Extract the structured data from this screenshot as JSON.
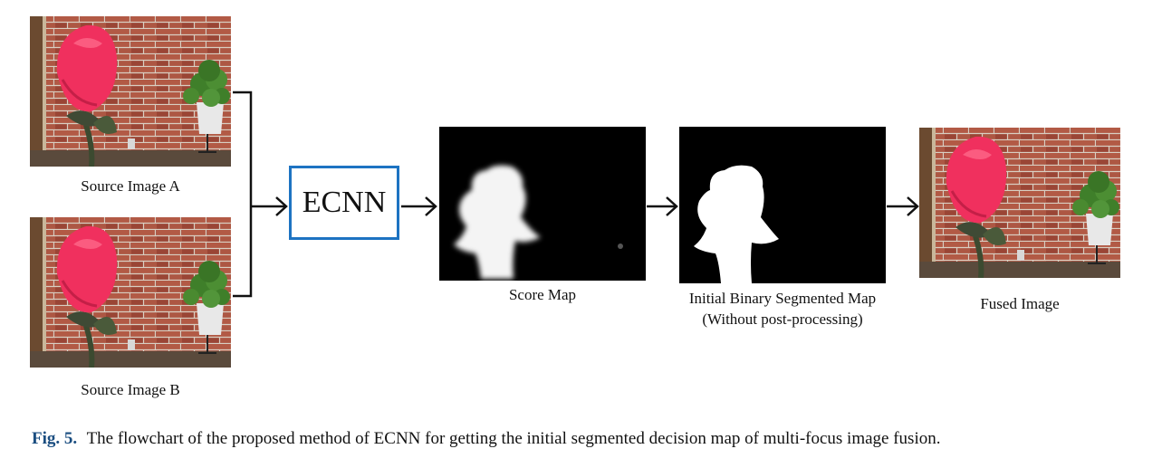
{
  "diagram": {
    "source_a_label": "Source Image A",
    "source_b_label": "Source Image B",
    "ecnn_label": "ECNN",
    "score_map_label": "Score Map",
    "binary_map_label_line1": "Initial Binary Segmented Map",
    "binary_map_label_line2": "(Without post-processing)",
    "fused_label": "Fused Image"
  },
  "caption": {
    "label": "Fig. 5.",
    "text": "The flowchart of the proposed method of ECNN for getting the initial segmented decision map of multi-focus image fusion."
  },
  "colors": {
    "ecnn_border": "#1d73c2",
    "brick": "#9c4a3a",
    "rose": "#f0305e",
    "caption_label": "#1a4d80"
  }
}
